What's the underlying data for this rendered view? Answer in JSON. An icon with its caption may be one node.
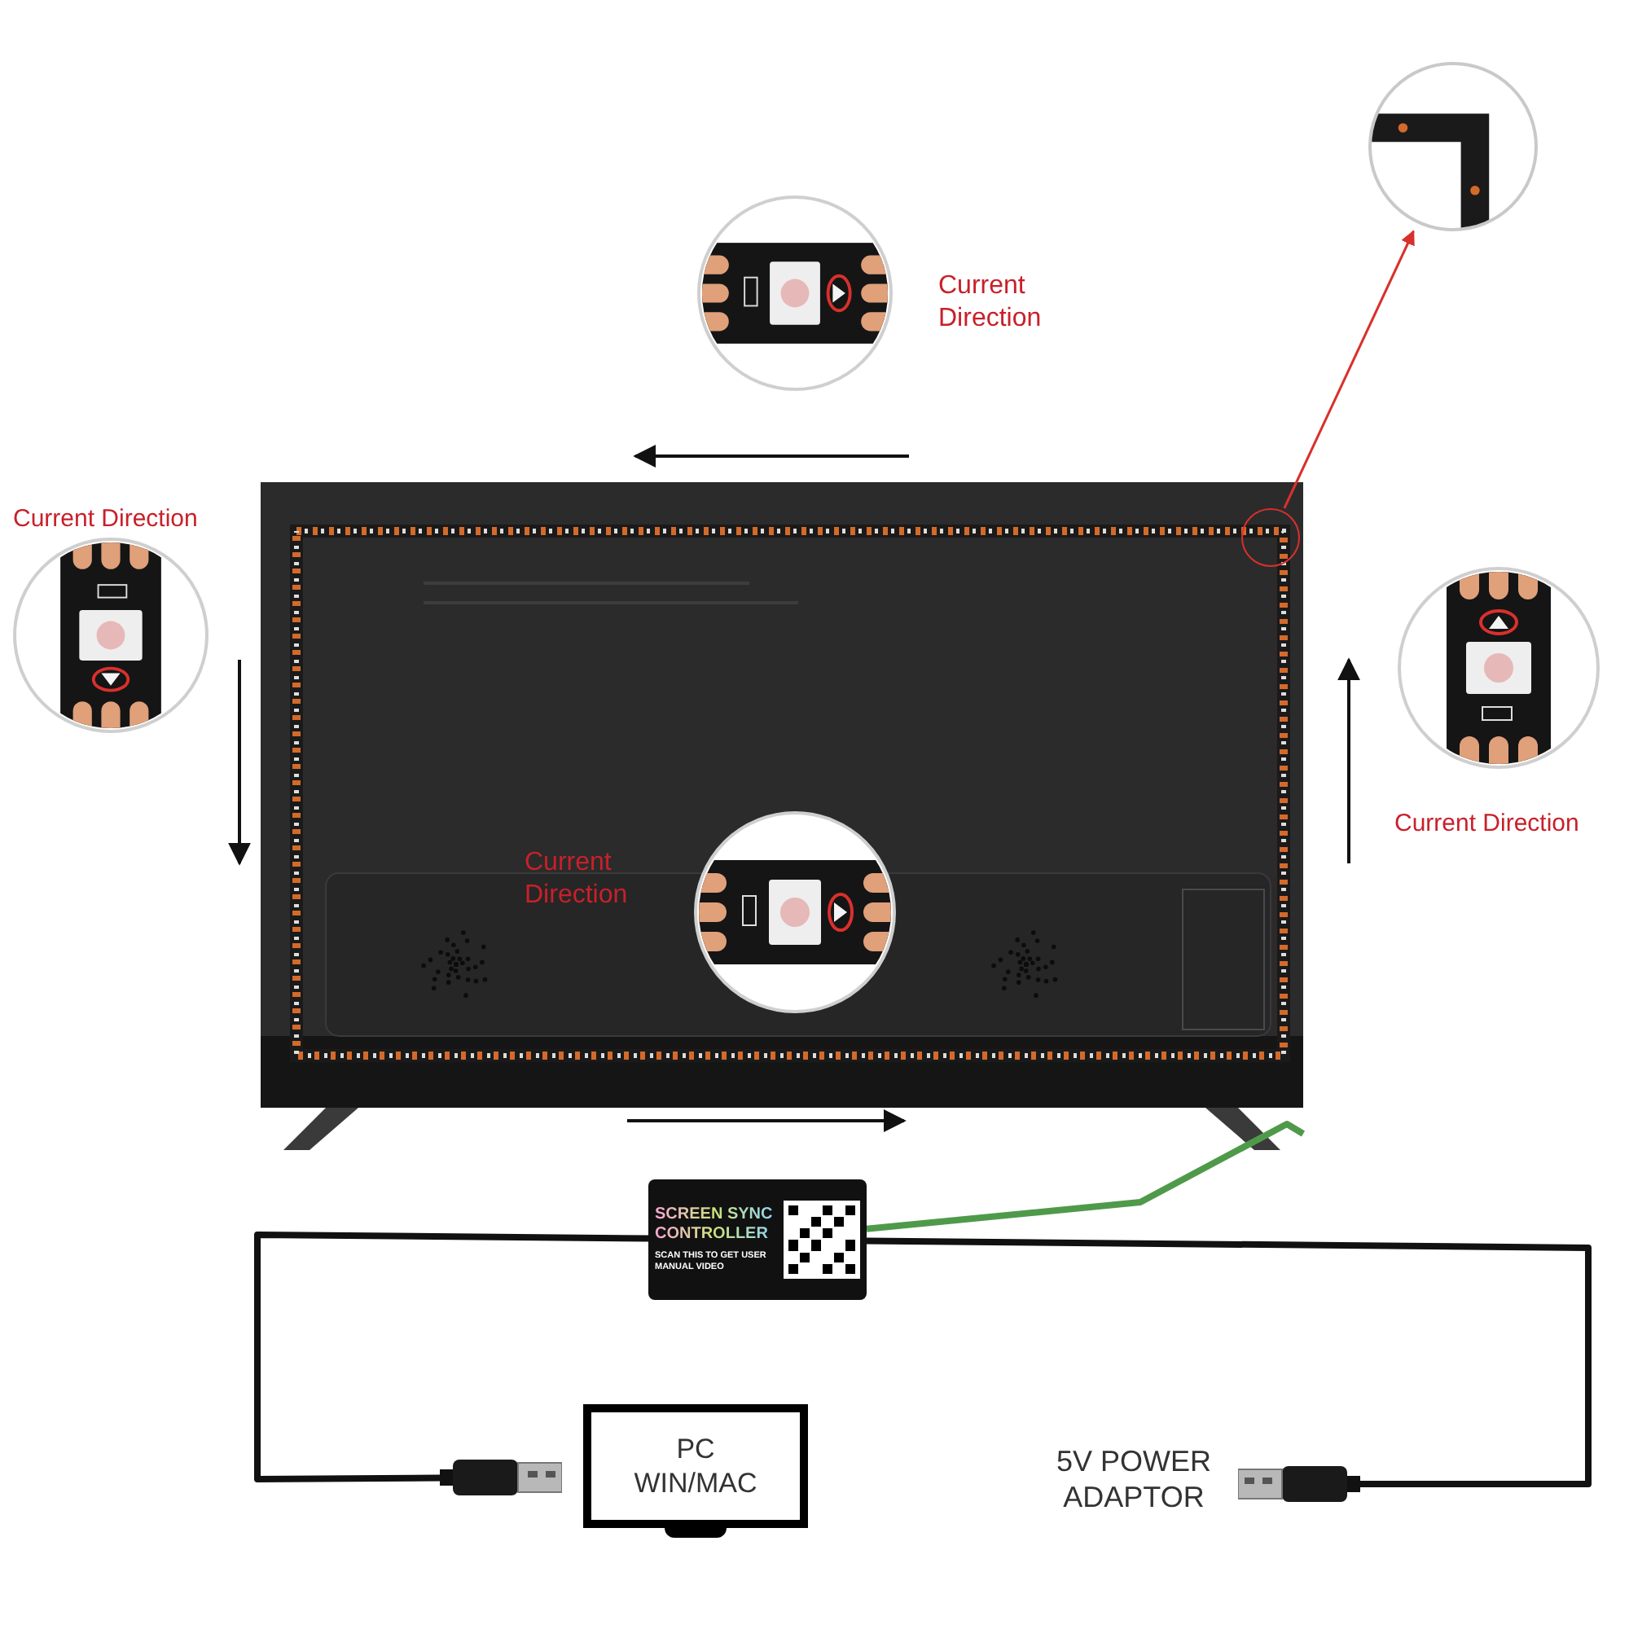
{
  "diagram": {
    "nodes": [
      {
        "text": [],
        "shape": "picture"
      },
      {
        "text": [
          "SCREEN SYNC CONTROLLER",
          "SCAN THIS TO GET USER MANUAL VIDEO"
        ]
      },
      {
        "text": [
          "PC WIN/MAC"
        ]
      },
      {
        "text": [
          "5V POWER ADAPTOR"
        ]
      },
      {
        "text": [],
        "shape": "box"
      },
      {
        "text": [],
        "shape": "box"
      },
      {
        "text": [],
        "shape": "picture"
      },
      {
        "text": [],
        "shape": "circle",
        "in": 0
      },
      {
        "text": [
          "Current Direction"
        ]
      },
      {
        "text": [
          "Current Direction"
        ]
      },
      {
        "text": [
          "Current Direction"
        ]
      },
      {
        "text": [
          "Current Direction"
        ],
        "in": 0
      }
    ],
    "edges": [
      {
        "from": 1,
        "to": 4,
        "arrow": "none"
      },
      {
        "from": 1,
        "to": 5,
        "arrow": "none"
      },
      {
        "from": 1,
        "to": 0,
        "arrow": "none",
        "color": "#4f9a4a"
      },
      {
        "from": 7,
        "to": 6,
        "arrow": "to",
        "color": "#d9302c"
      }
    ]
  }
}
